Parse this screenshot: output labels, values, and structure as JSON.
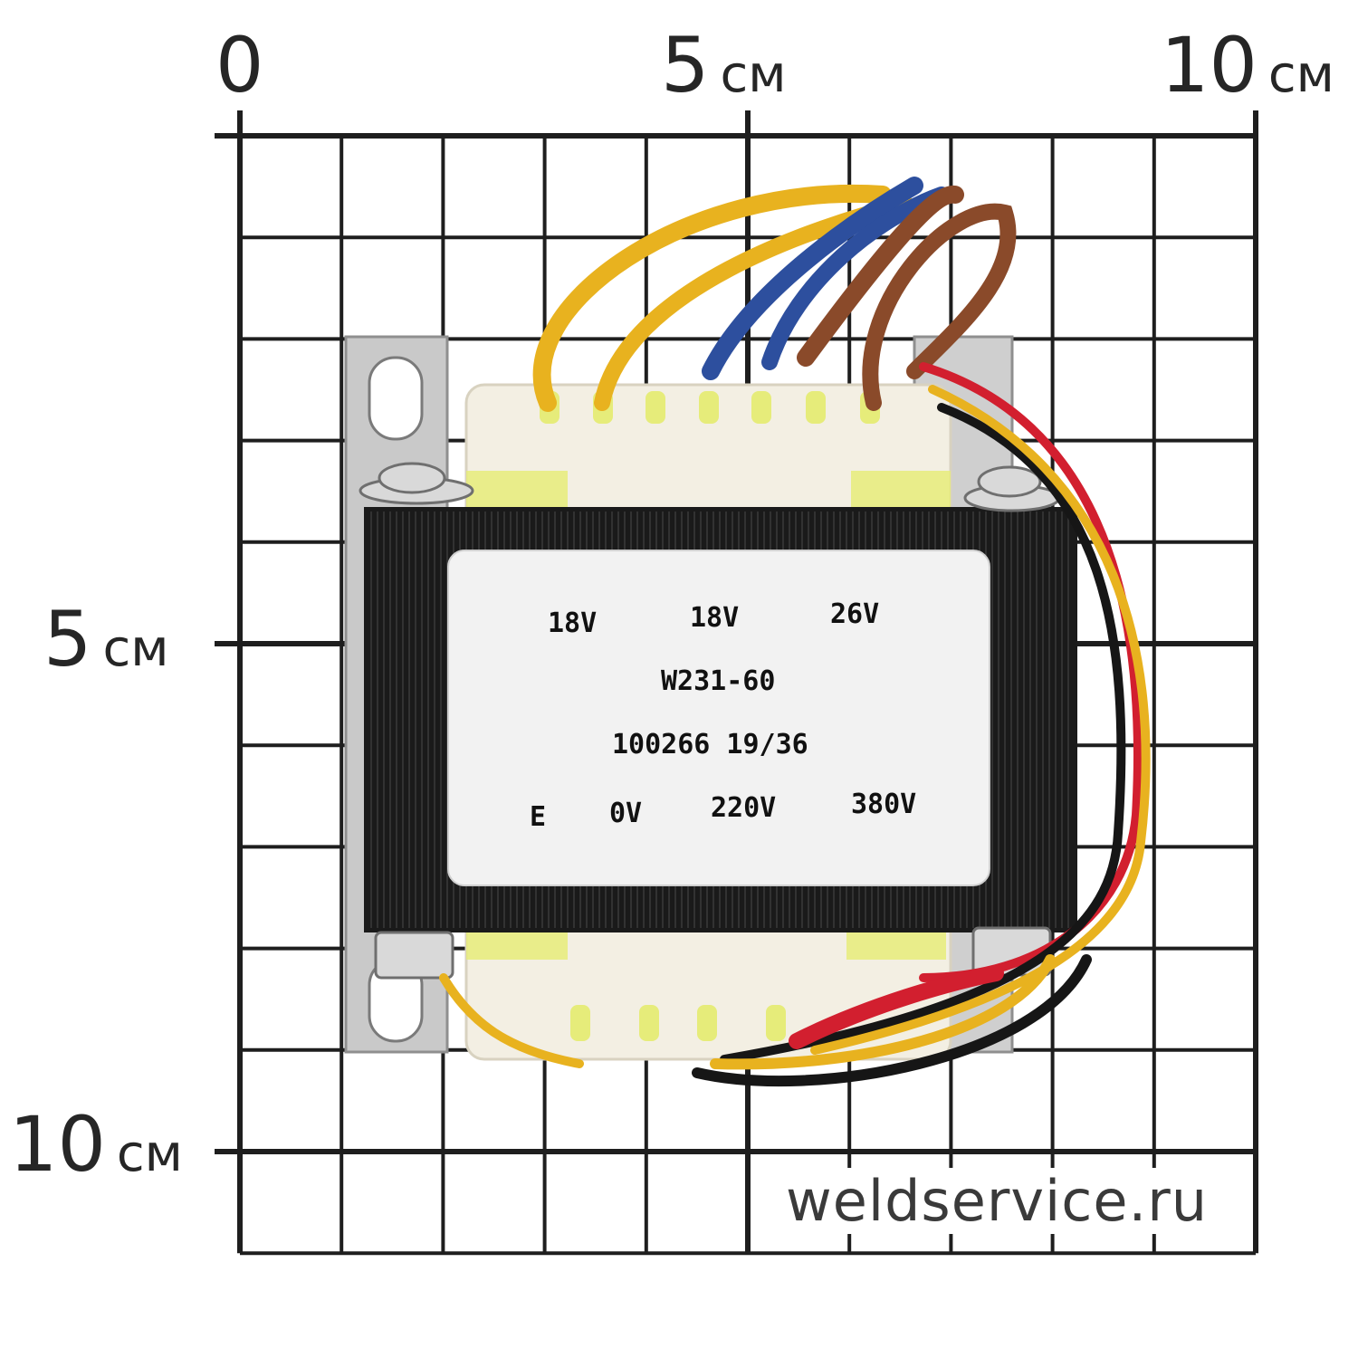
{
  "scale": {
    "top": [
      {
        "num": "0",
        "unit": ""
      },
      {
        "num": "5",
        "unit": "см"
      },
      {
        "num": "10",
        "unit": "см"
      }
    ],
    "left": [
      {
        "num": "5",
        "unit": "см"
      },
      {
        "num": "10",
        "unit": "см"
      }
    ]
  },
  "label_plate": {
    "line1": [
      "18V",
      "18V",
      "26V"
    ],
    "model": "W231-60",
    "serial": "100266  19/36",
    "line4": [
      "E",
      "0V",
      "220V",
      "380V"
    ]
  },
  "watermark": "weldservice.ru",
  "colors": {
    "grid": "#1e1e1e",
    "core": "#1a1a1a",
    "plate": "#f2f2f2",
    "bobbin": "#f3efe3",
    "tape": "#e6ec7a",
    "wire_yellow": "#e8b21f",
    "wire_blue": "#2d4f9e",
    "wire_brown": "#8a4a2a",
    "wire_red": "#d21f2f",
    "wire_black": "#161616",
    "bracket": "#c9c9c9"
  }
}
